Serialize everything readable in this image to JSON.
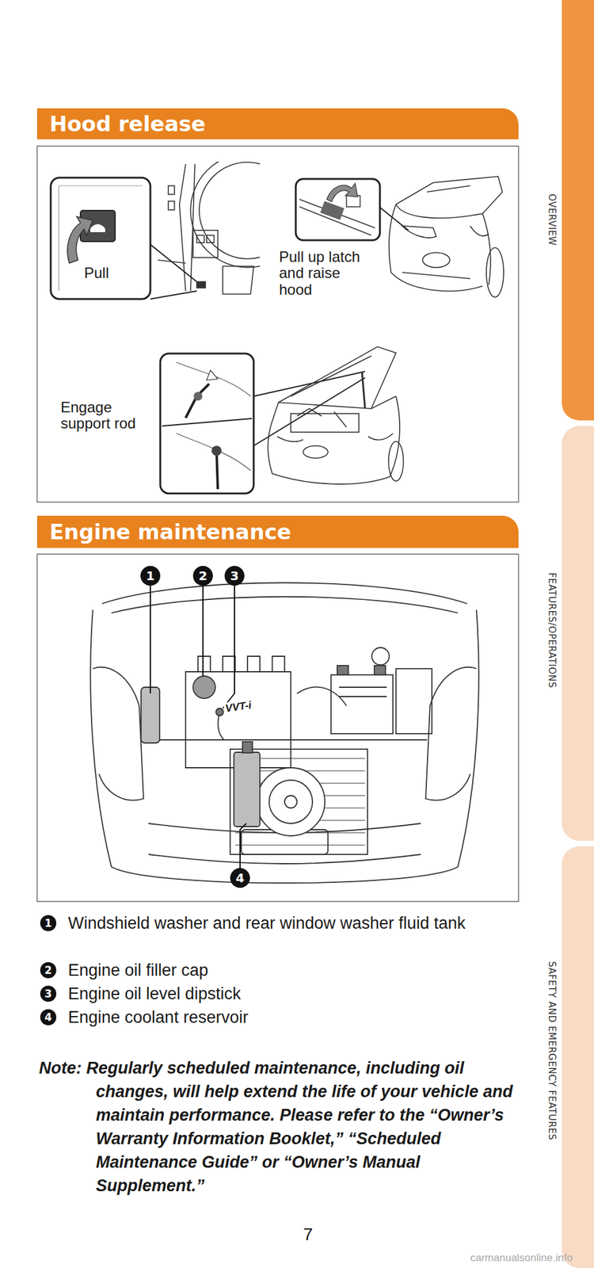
{
  "diagram": {
    "nodes": [
      {
        "text": [
          "Hood release"
        ]
      },
      {
        "text": [
          "Engine maintenance"
        ]
      },
      {
        "text": [
          "1"
        ]
      },
      {
        "text": [
          "2"
        ]
      },
      {
        "text": [
          "3"
        ]
      },
      {
        "text": [
          "4"
        ]
      },
      {
        "text": [
          "1"
        ]
      },
      {
        "text": [
          "2"
        ]
      },
      {
        "text": [
          "3"
        ]
      },
      {
        "text": [
          "4"
        ]
      },
      {
        "text": [
          "OVERVIEW"
        ]
      },
      {
        "text": [
          "FEATURES/OPERATIONS"
        ]
      },
      {
        "text": [
          "SAFETY AND EMERGENCY FEATURES"
        ]
      }
    ],
    "labels": [
      "Pull",
      "Pull up latch and raise hood",
      "Engage support rod",
      "VVT-i",
      "Windshield washer and rear window washer fluid tank",
      "Engine oil filler cap",
      "Engine oil level dipstick",
      "Engine coolant reservoir",
      "Note: Regularly scheduled maintenance, including oil changes, will help extend the life of your vehicle and maintain performance. Please refer to the “Owner’s Warranty Information Booklet,” “Scheduled Maintenance Guide” or “Owner’s Manual Supplement.”",
      "7",
      "carmanualsonline.info"
    ]
  }
}
